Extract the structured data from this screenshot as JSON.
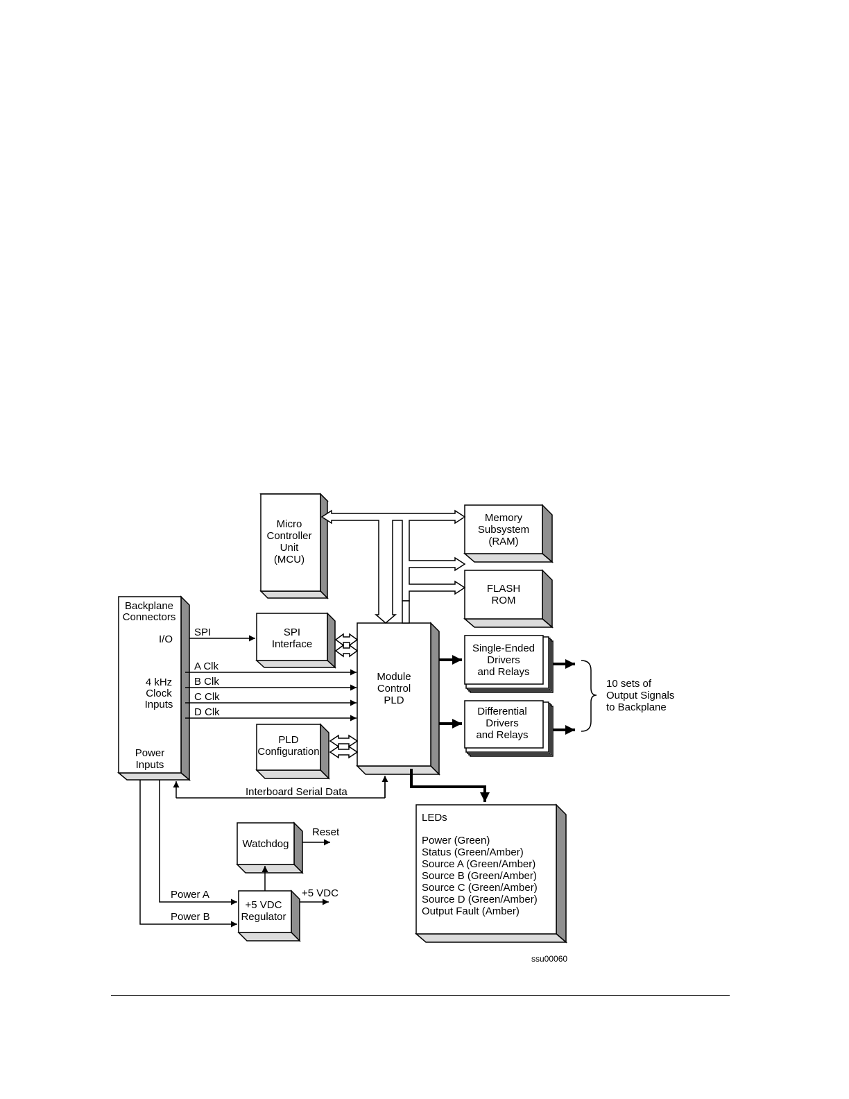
{
  "blocks": {
    "mcu": [
      "Micro",
      "Controller",
      "Unit",
      "(MCU)"
    ],
    "memory": [
      "Memory",
      "Subsystem",
      "(RAM)"
    ],
    "flash": [
      "FLASH",
      "ROM"
    ],
    "backplane": [
      "Backplane",
      "Connectors"
    ],
    "io": "I/O",
    "clock_inputs": [
      "4 kHz",
      "Clock",
      "Inputs"
    ],
    "power_inputs": [
      "Power",
      "Inputs"
    ],
    "spi_interface": [
      "SPI",
      "Interface"
    ],
    "pld": [
      "Module",
      "Control",
      "PLD"
    ],
    "single_ended": [
      "Single-Ended",
      "Drivers",
      "and Relays"
    ],
    "differential": [
      "Differential",
      "Drivers",
      "and Relays"
    ],
    "pld_config": [
      "PLD",
      "Configuration"
    ],
    "watchdog": "Watchdog",
    "regulator": [
      "+5 VDC",
      "Regulator"
    ],
    "leds": {
      "title": "LEDs",
      "items": [
        "Power (Green)",
        "Status (Green/Amber)",
        "Source A (Green/Amber)",
        "Source B (Green/Amber)",
        "Source C (Green/Amber)",
        "Source D (Green/Amber)",
        "Output Fault (Amber)"
      ]
    }
  },
  "signals": {
    "spi": "SPI",
    "clocks": [
      "A Clk",
      "B Clk",
      "C Clk",
      "D Clk"
    ],
    "interboard": "Interboard Serial Data",
    "reset": "Reset",
    "vdc_out": "+5 VDC",
    "power_a": "Power A",
    "power_b": "Power B"
  },
  "outputs_note": [
    "10 sets of",
    "Output Signals",
    "to Backplane"
  ],
  "figure_id": "ssu00060"
}
